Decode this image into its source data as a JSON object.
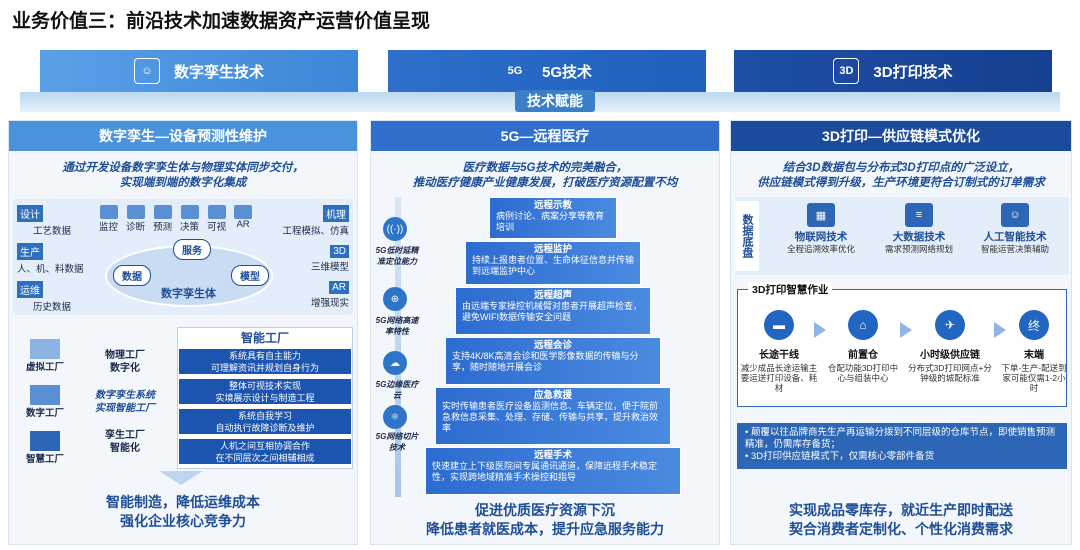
{
  "title": "业务价值三：前沿技术加速数据资产运营价值呈现",
  "banners": [
    {
      "label": "数字孪生技术",
      "icon": "head-icon"
    },
    {
      "label": "5G技术",
      "icon": "5g-icon"
    },
    {
      "label": "3D打印技术",
      "icon": "3d-icon"
    }
  ],
  "enable_label": "技术赋能",
  "col1": {
    "header": "数字孪生—设备预测性维护",
    "lead1": "通过开发设备数字孪生体与物理实体同步交付，",
    "lead2": "实现端到端的数字化集成",
    "left_tags": [
      {
        "tag": "设计",
        "text": "工艺数据"
      },
      {
        "tag": "生产",
        "text": "人、机、料数据"
      },
      {
        "tag": "运维",
        "text": "历史数据"
      }
    ],
    "top_icons": [
      "监控",
      "诊断",
      "预测",
      "决策",
      "可视",
      "AR"
    ],
    "right_tags": [
      {
        "tag": "机理",
        "text": "工程模拟、仿真"
      },
      {
        "tag": "3D",
        "text": "三维模型"
      },
      {
        "tag": "AR",
        "text": "增强现实"
      }
    ],
    "center": "数字孪生体",
    "service": "服务",
    "data": "数据",
    "model": "模型",
    "left_layers": [
      "虚拟工厂",
      "数字工厂",
      "智慧工厂"
    ],
    "mid_labels": [
      "物理工厂",
      "数字化",
      "数字孪生系统",
      "实现智能工厂",
      "孪生工厂",
      "智能化"
    ],
    "smart_title": "智能工厂",
    "smart_rows": [
      [
        "系统具有自主能力",
        "可理解资讯并规划自身行为"
      ],
      [
        "整体可视技术实现",
        "实境展示设计与制造工程"
      ],
      [
        "系统自我学习",
        "自动执行故障诊断及维护"
      ],
      [
        "人机之间互相协调合作",
        "在不同层次之间相辅相成"
      ]
    ],
    "bottom1": "智能制造，降低运维成本",
    "bottom2": "强化企业核心竞争力"
  },
  "col2": {
    "header": "5G—远程医疗",
    "lead1": "医疗数据与5G技术的完美融合，",
    "lead2": "推动医疗健康产业健康发展，打破医疗资源配置不均",
    "side_labels": [
      "5G低时延精准定位能力",
      "5G网络高速率特性",
      "5G边缘医疗云",
      "5G网络切片技术"
    ],
    "tiers": [
      {
        "t": "远程示教",
        "d": "病例讨论、病案分享等教育培训"
      },
      {
        "t": "远程监护",
        "d": "持续上报患者位置、生命体征信息并传输到远端监护中心"
      },
      {
        "t": "远程超声",
        "d": "由远端专家操控机械臂对患者开展超声检查，避免WIFI数据传输安全问题"
      },
      {
        "t": "远程会诊",
        "d": "支持4K/8K高清会诊和医学影像数据的传输与分享，随时随地开展会诊"
      },
      {
        "t": "应急救援",
        "d": "实时传输患者医疗设备监测信息、车辆定位，便于院前急救信息采集、处理、存储、传输与共享，提升救治效率"
      },
      {
        "t": "远程手术",
        "d": "快速建立上下级医院间专属通讯通道，保障远程手术稳定性，实现跨地域精准手术操控和指导"
      }
    ],
    "bottom1": "促进优质医疗资源下沉",
    "bottom2": "降低患者就医成本，提升应急服务能力"
  },
  "col3": {
    "header": "3D打印—供应链模式优化",
    "lead1": "结合3D数据包与分布式3D打印点的广泛设立，",
    "lead2": "供应链模式得到升级，生产环境更符合订制式的订单需求",
    "base_label": "数据底盘",
    "techs": [
      {
        "t": "物联网技术",
        "d": "全程追溯效率优化"
      },
      {
        "t": "大数据技术",
        "d": "需求预测网络规划"
      },
      {
        "t": "人工智能技术",
        "d": "智能运营决策辅助"
      }
    ],
    "work_title": "3D打印智慧作业",
    "flow": [
      {
        "t": "长途干线",
        "d": "减少成品长途运输主要运送打印设备、耗材"
      },
      {
        "t": "前置仓",
        "d": "仓配功能3D打印中心与组装中心"
      },
      {
        "t": "小时级供应链",
        "d": "分布式3D打印网点+分钟级的城配标准"
      },
      {
        "t": "末端",
        "d": "下单-生产-配送到家可能仅需1-2小时"
      }
    ],
    "notes": [
      "颠覆以往品牌商先生产再运输分拨到不同层级的仓库节点，即使销售预测精准，仍需库存备货；",
      "3D打印供应链模式下，仅需核心零部件备货"
    ],
    "bottom1": "实现成品零库存，就近生产即时配送",
    "bottom2": "契合消费者定制化、个性化消费需求"
  }
}
